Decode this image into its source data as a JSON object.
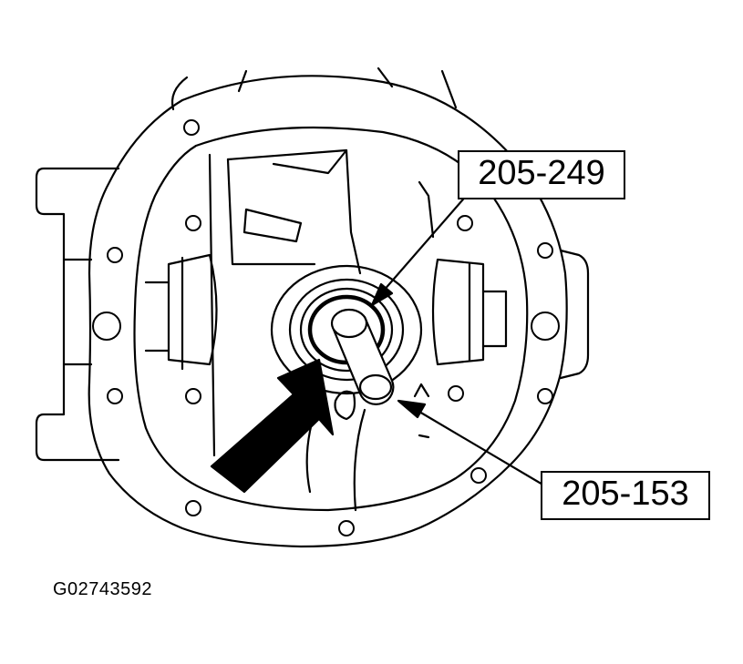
{
  "callouts": {
    "upper": "205-249",
    "lower": "205-153"
  },
  "figure_id": "G02743592",
  "colors": {
    "ink": "#000000",
    "paper": "#ffffff"
  }
}
